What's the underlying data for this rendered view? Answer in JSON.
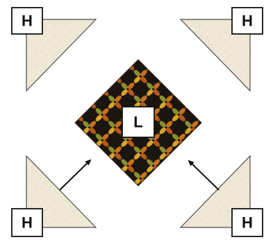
{
  "pieces": {
    "top_left_label": "H",
    "top_right_label": "H",
    "bottom_left_label": "H",
    "bottom_right_label": "H",
    "center_label": "L"
  },
  "colors": {
    "triangle_fabric": "#efe8d6",
    "triangle_outline": "#4a4a4a",
    "center_background": "#1a1510",
    "petal_orange": "#c8701e",
    "petal_gold": "#d9a32a",
    "petal_green": "#8a8f2e",
    "label_box_fill": "#ffffff",
    "label_box_border": "#111111",
    "arrow": "#111111"
  },
  "icons": {
    "arrows": "arrow-up-right-and-up-left"
  }
}
